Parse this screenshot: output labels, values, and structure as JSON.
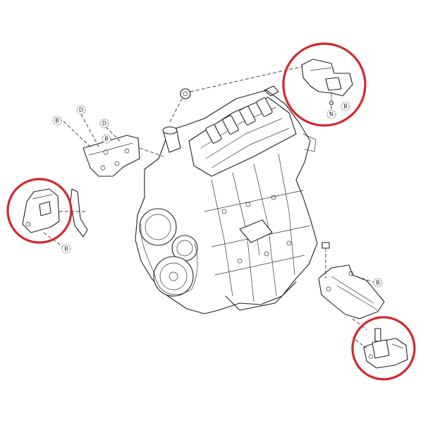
{
  "callouts": {
    "b_left_top": "B",
    "d_top": "D",
    "d_mid": "D",
    "b_left_bracket": "B",
    "b_right_mount_top": "B",
    "n_right_mount_top": "N",
    "b_right_bracket": "B",
    "b_left_bottom": "B"
  },
  "colors": {
    "highlight_circle": "#d7262b",
    "line_art": "#222222",
    "background": "#ffffff"
  }
}
